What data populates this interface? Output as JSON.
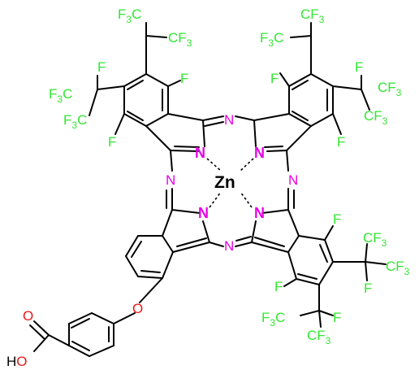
{
  "colors": {
    "fluorine": "#33e633",
    "nitrogen": "#e600e6",
    "oxygen": "#e61a1a",
    "carbon": "#000000",
    "metal": "#000000"
  },
  "labels": {
    "zn": "Zn",
    "n": "N",
    "f": "F",
    "o": "O",
    "ho": "HO",
    "cf3_prefix": "CF",
    "f3c_prefix": "F",
    "f3c_suffix": "C",
    "sub3": "3"
  }
}
